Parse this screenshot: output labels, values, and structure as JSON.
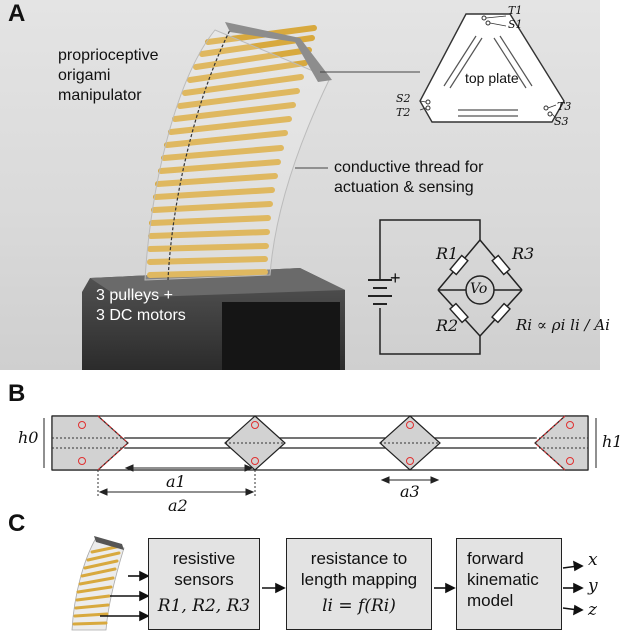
{
  "panels": {
    "a": "A",
    "b": "B",
    "c": "C"
  },
  "panel_a": {
    "manipulator_label": [
      "proprioceptive",
      "origami",
      "manipulator"
    ],
    "thread_label": [
      "conductive thread for",
      "actuation & sensing"
    ],
    "base_label": [
      "3 pulleys +",
      "3 DC motors"
    ],
    "top_plate_label": "top plate",
    "plate_tags": {
      "t1": "T1",
      "s1": "S1",
      "s2": "S2",
      "t2": "T2",
      "t3": "T3",
      "s3": "S3"
    },
    "circuit": {
      "r1": "R1",
      "r2": "R2",
      "r3": "R3",
      "vo": "Vo",
      "plus": "+",
      "formula": "Ri ∝ ρi li / Ai"
    }
  },
  "panel_b": {
    "h0": "h0",
    "h1": "h1",
    "a1": "a1",
    "a2": "a2",
    "a3": "a3"
  },
  "panel_c": {
    "box1": [
      "resistive",
      "sensors",
      "R1, R2, R3"
    ],
    "box2": [
      "resistance to",
      "length mapping",
      "li = f(Ri)"
    ],
    "box3": [
      "forward",
      "kinematic",
      "model"
    ],
    "outputs": [
      "x",
      "y",
      "z"
    ]
  },
  "colors": {
    "photo_bg": "#dcdcdc",
    "folds": "#e8c25a",
    "base": "#3c3c3c",
    "box_fill": "#e3e3e3",
    "hinge_marker": "#e03030"
  }
}
